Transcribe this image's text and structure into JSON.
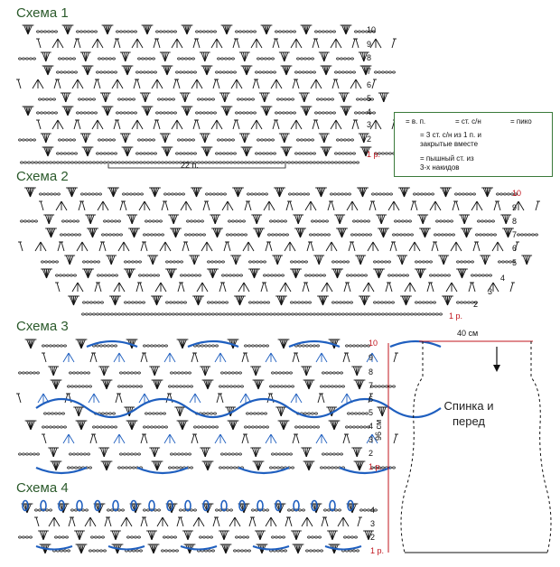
{
  "schemes": [
    {
      "title": "Схема 1",
      "rows": [
        "10",
        "9",
        "8",
        "7",
        "6",
        "5",
        "4",
        "3",
        "2",
        "1 р."
      ],
      "repeat_label": "22 п."
    },
    {
      "title": "Схема 2",
      "rows": [
        "10",
        "9",
        "8",
        "7",
        "6",
        "5",
        "4",
        "3",
        "2",
        "1 р."
      ]
    },
    {
      "title": "Схема 3",
      "rows": [
        "10",
        "9",
        "8",
        "7",
        "6",
        "5",
        "4",
        "3",
        "2",
        "1 р."
      ]
    },
    {
      "title": "Схема 4",
      "rows": [
        "4",
        "3",
        "2",
        "1 р."
      ]
    }
  ],
  "legend": {
    "line1_a": "= в. п.",
    "line1_b": "= ст. с/н",
    "line1_c": "= пико",
    "line2": "= 3 ст. с/н из 1 п. и",
    "line3": "закрытые вместе",
    "line4": "= пышный ст. из",
    "line5": "3-х накидов"
  },
  "garment": {
    "width_label": "40 см",
    "height_label": "96 см",
    "panel_label_1": "Спинка и",
    "panel_label_2": "перед"
  },
  "colors": {
    "title": "#2b5a2b",
    "ink": "#111111",
    "accent_blue": "#1f5fbf",
    "row_one_red": "#c0141c",
    "legend_border": "#3a7a3a"
  }
}
